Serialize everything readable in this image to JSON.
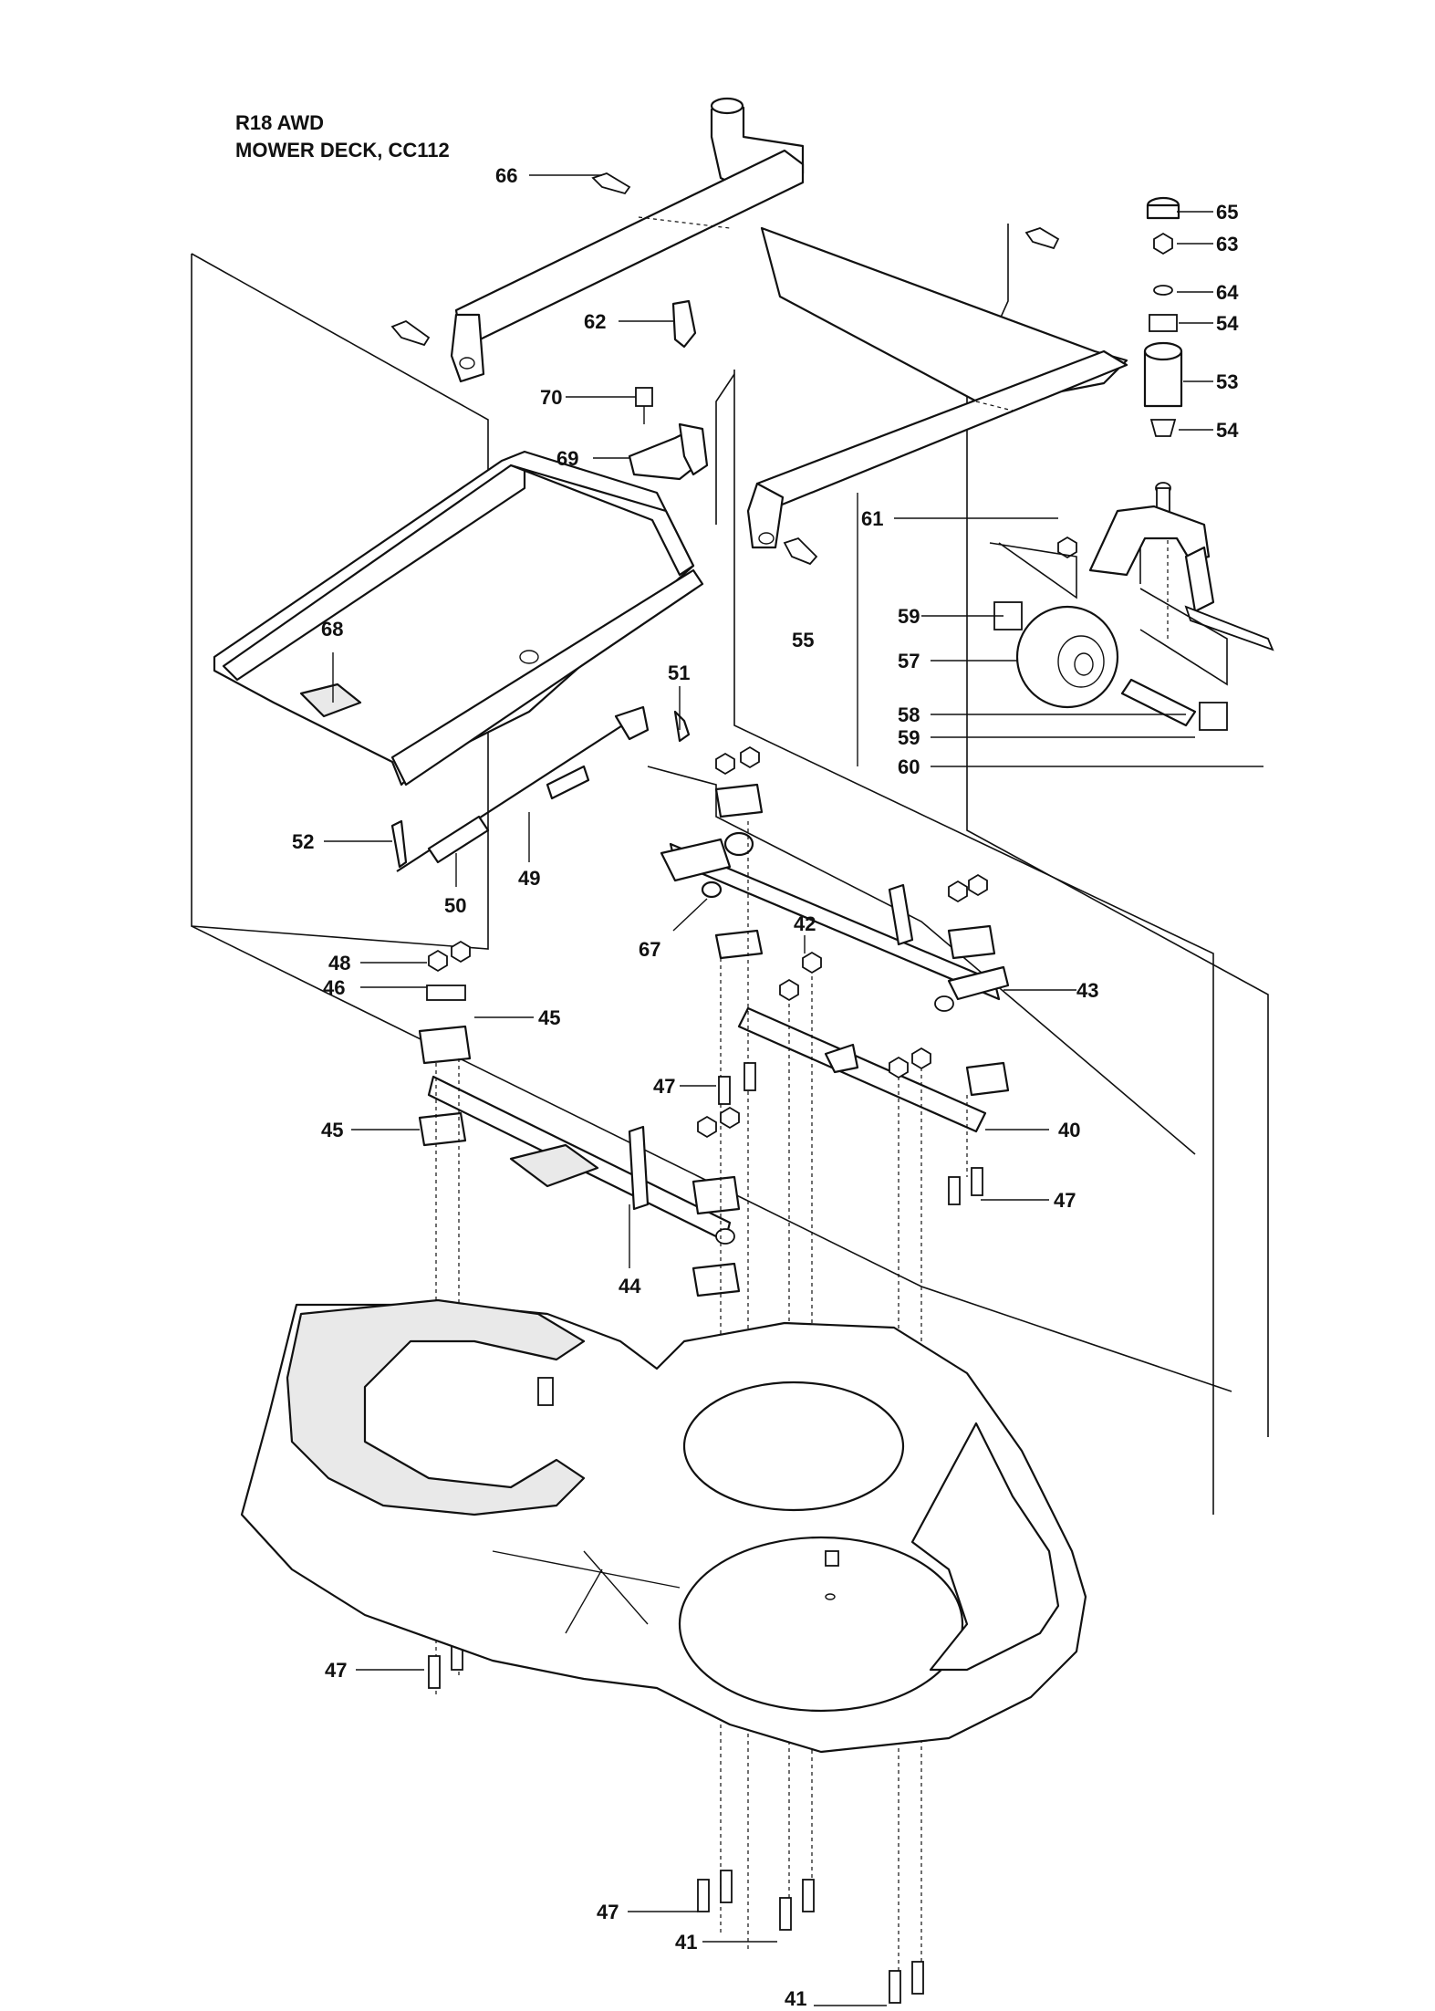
{
  "header": {
    "model": "R18 AWD",
    "assembly": "MOWER DECK, CC112"
  },
  "callouts": [
    {
      "id": "c66",
      "label": "66"
    },
    {
      "id": "c65",
      "label": "65"
    },
    {
      "id": "c63",
      "label": "63"
    },
    {
      "id": "c64",
      "label": "64"
    },
    {
      "id": "c54a",
      "label": "54"
    },
    {
      "id": "c53",
      "label": "53"
    },
    {
      "id": "c54b",
      "label": "54"
    },
    {
      "id": "c62",
      "label": "62"
    },
    {
      "id": "c70",
      "label": "70"
    },
    {
      "id": "c69",
      "label": "69"
    },
    {
      "id": "c61",
      "label": "61"
    },
    {
      "id": "c68",
      "label": "68"
    },
    {
      "id": "c59a",
      "label": "59"
    },
    {
      "id": "c55",
      "label": "55"
    },
    {
      "id": "c57",
      "label": "57"
    },
    {
      "id": "c51",
      "label": "51"
    },
    {
      "id": "c58",
      "label": "58"
    },
    {
      "id": "c59b",
      "label": "59"
    },
    {
      "id": "c60",
      "label": "60"
    },
    {
      "id": "c52",
      "label": "52"
    },
    {
      "id": "c49",
      "label": "49"
    },
    {
      "id": "c50",
      "label": "50"
    },
    {
      "id": "c67",
      "label": "67"
    },
    {
      "id": "c42",
      "label": "42"
    },
    {
      "id": "c43",
      "label": "43"
    },
    {
      "id": "c48",
      "label": "48"
    },
    {
      "id": "c46",
      "label": "46"
    },
    {
      "id": "c45a",
      "label": "45"
    },
    {
      "id": "c47a",
      "label": "47"
    },
    {
      "id": "c45b",
      "label": "45"
    },
    {
      "id": "c40",
      "label": "40"
    },
    {
      "id": "c47b",
      "label": "47"
    },
    {
      "id": "c44",
      "label": "44"
    },
    {
      "id": "c47c",
      "label": "47"
    },
    {
      "id": "c47d",
      "label": "47"
    },
    {
      "id": "c41a",
      "label": "41"
    },
    {
      "id": "c41b",
      "label": "41"
    }
  ]
}
